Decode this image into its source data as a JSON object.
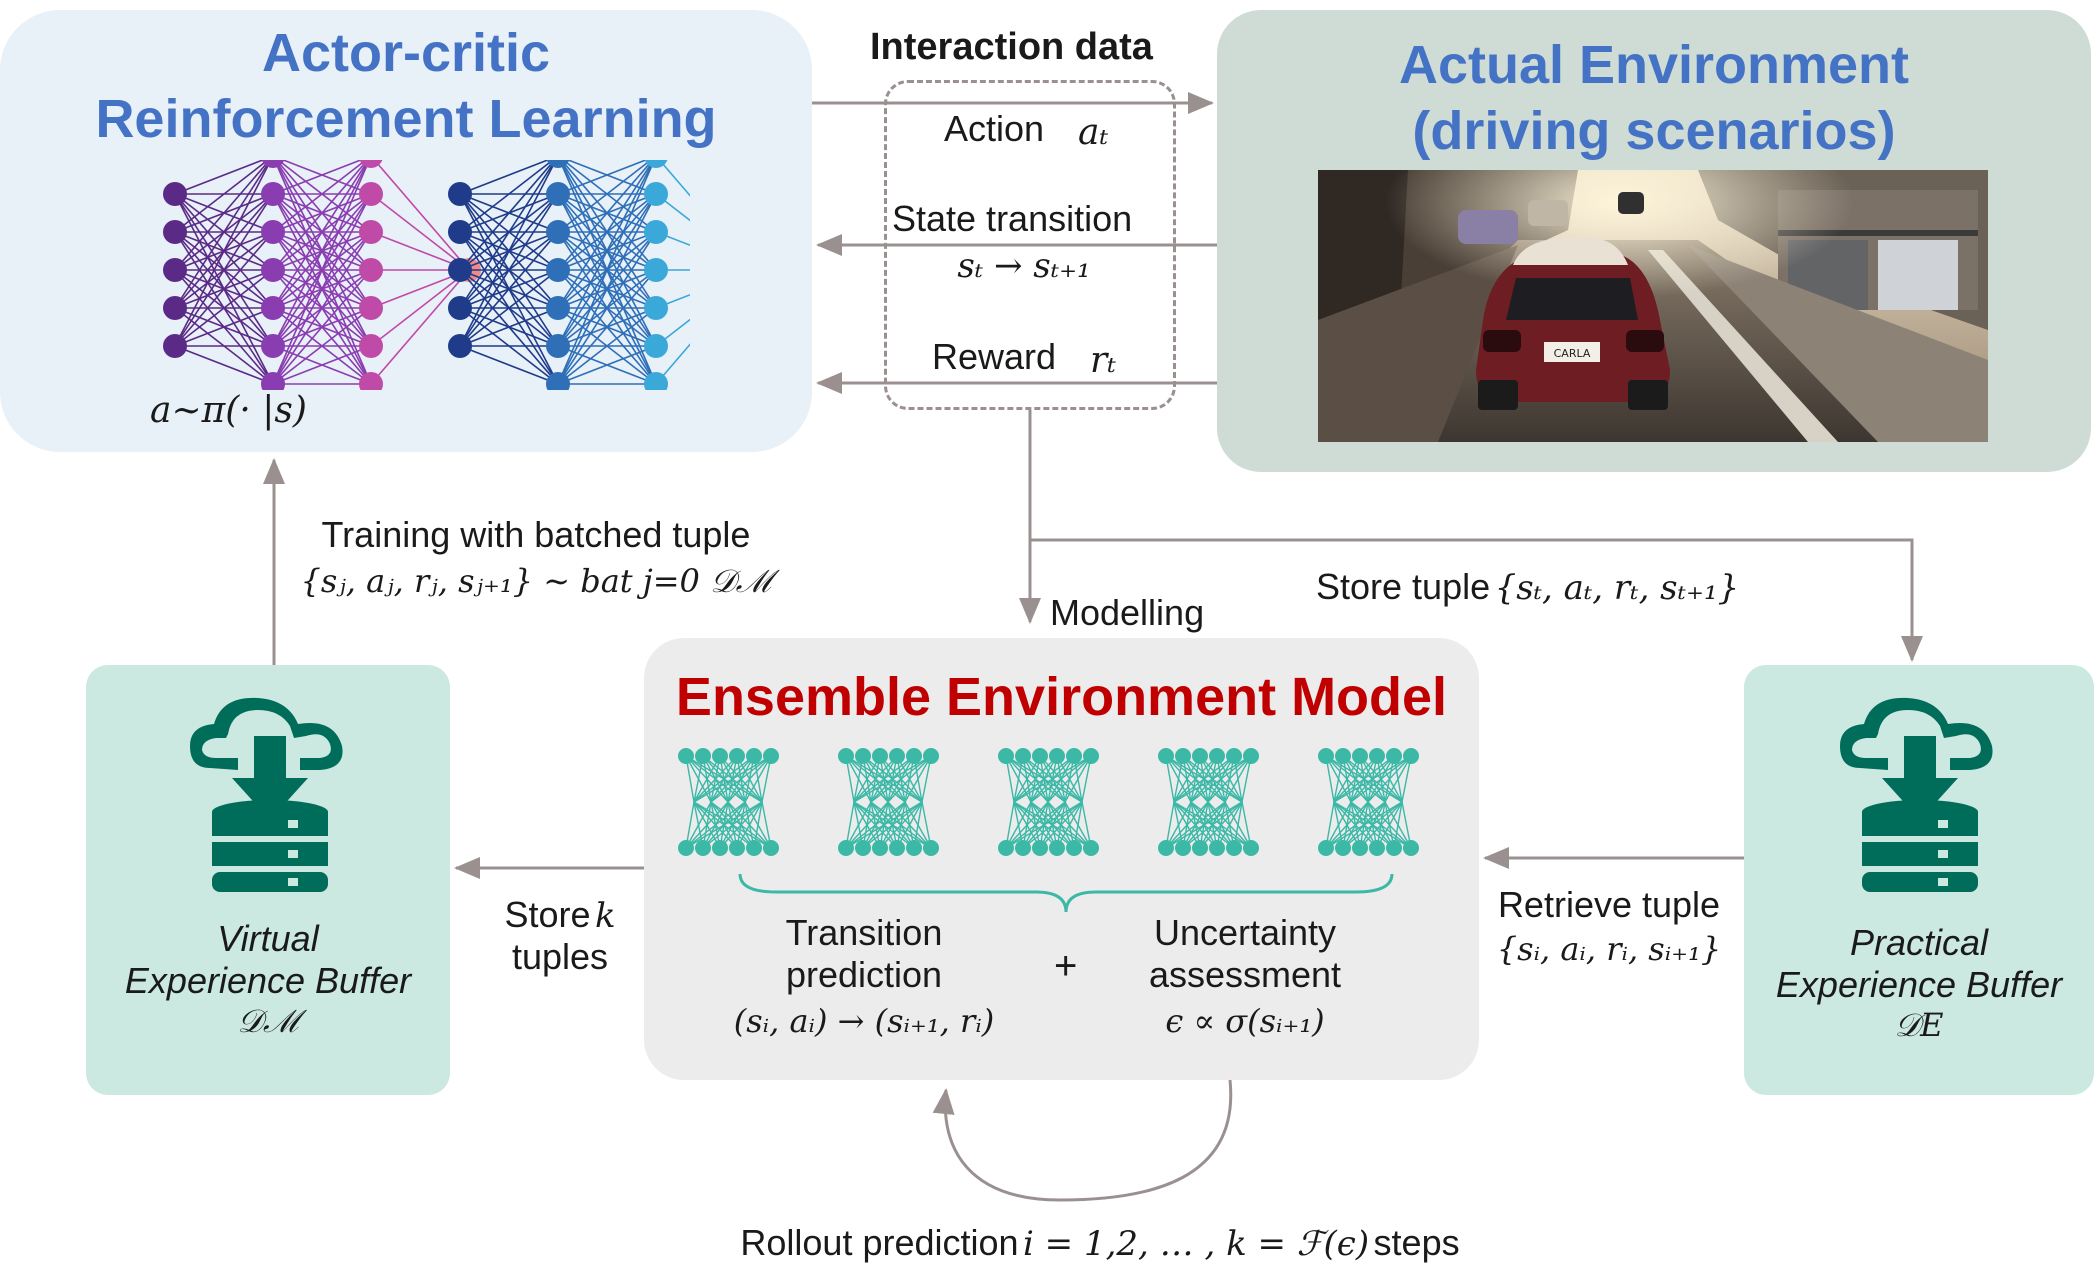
{
  "rl": {
    "title_line1": "Actor-critic",
    "title_line2": "Reinforcement Learning",
    "policy": "a∼π(· |s)"
  },
  "env": {
    "title_line1": "Actual Environment",
    "title_line2": "(driving scenarios)",
    "plate": "CARLA"
  },
  "interaction": {
    "header": "Interaction data",
    "action_label": "Action",
    "action_math": "aₜ",
    "state_label": "State transition",
    "state_math": "sₜ → sₜ₊₁",
    "reward_label": "Reward",
    "reward_math": "rₜ"
  },
  "flows": {
    "training_line1": "Training with batched tuple",
    "training_line2": "{sⱼ, aⱼ, rⱼ, sⱼ₊₁} ∼ bat j=0 𝒟ℳ",
    "modelling": "Modelling",
    "store_tuple_label": "Store tuple",
    "store_tuple_math": "{sₜ, aₜ, rₜ, sₜ₊₁}",
    "store_k_line1": "Store",
    "store_k_math": "k",
    "store_k_line2": "tuples",
    "retrieve_line1": "Retrieve tuple",
    "retrieve_math": "{sᵢ, aᵢ, rᵢ, sᵢ₊₁}",
    "rollout_label": "Rollout prediction",
    "rollout_math": "i = 1,2, … , k = ℱ(ϵ)",
    "rollout_suffix": "steps"
  },
  "model": {
    "title": "Ensemble Environment Model",
    "transition_line1": "Transition",
    "transition_line2": "prediction",
    "transition_math": "(sᵢ, aᵢ) → (sᵢ₊₁, rᵢ)",
    "plus": "+",
    "uncertainty_line1": "Uncertainty",
    "uncertainty_line2": "assessment",
    "uncertainty_math": "ϵ ∝ σ(sᵢ₊₁)"
  },
  "virtual_buffer": {
    "line1": "Virtual",
    "line2": "Experience Buffer",
    "symbol": "𝒟ℳ"
  },
  "practical_buffer": {
    "line1": "Practical",
    "line2": "Experience Buffer",
    "symbol": "𝒟E"
  },
  "colors": {
    "blue_title": "#4472c4",
    "red_title": "#c00000",
    "teal": "#006d5b",
    "teal_light": "#3bb8a6",
    "arrow": "#9a9090"
  }
}
